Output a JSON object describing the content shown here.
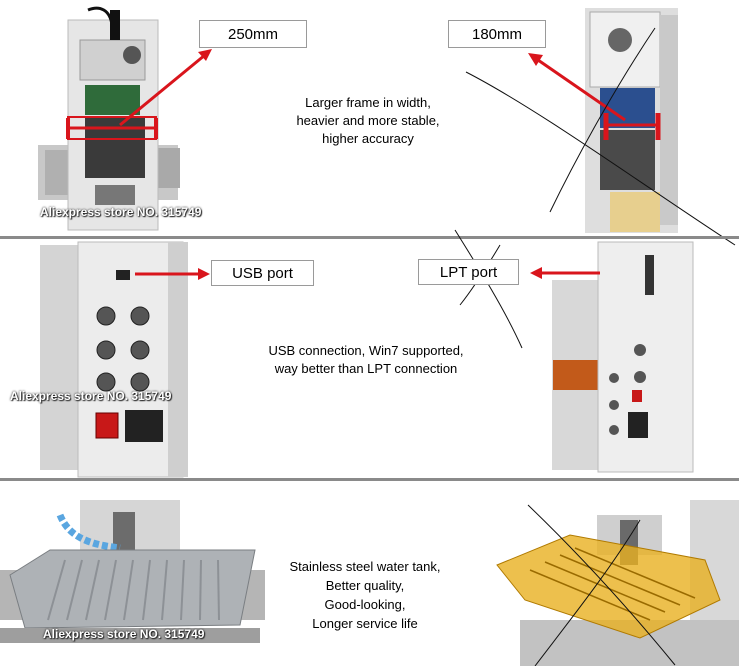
{
  "row1": {
    "left_label": "250mm",
    "right_label": "180mm",
    "description": [
      "Larger frame in width,",
      "heavier and more stable,",
      "higher accuracy"
    ],
    "watermark": "Aliexpress store NO. 315749"
  },
  "row2": {
    "left_label": "USB port",
    "right_label": "LPT port",
    "description": [
      "USB connection, Win7 supported,",
      "way better than LPT connection"
    ],
    "watermark": "Aliexpress store NO. 315749"
  },
  "row3": {
    "description": [
      "Stainless steel water tank,",
      "Better quality,",
      "Good-looking,",
      "Longer service life"
    ],
    "watermark": "Aliexpress store NO. 315749"
  },
  "colors": {
    "arrow": "#d9151c",
    "divider": "#8a8a8a",
    "label_border": "#9a9a9a",
    "water_pipe": "#5aa6e0",
    "acrylic_tank": "#e8b020"
  },
  "icons": [
    "red-arrow-icon",
    "cross-out-mark-icon",
    "power-switch-icon",
    "aviation-connector-icon",
    "usb-port-icon",
    "db25-port-icon"
  ]
}
